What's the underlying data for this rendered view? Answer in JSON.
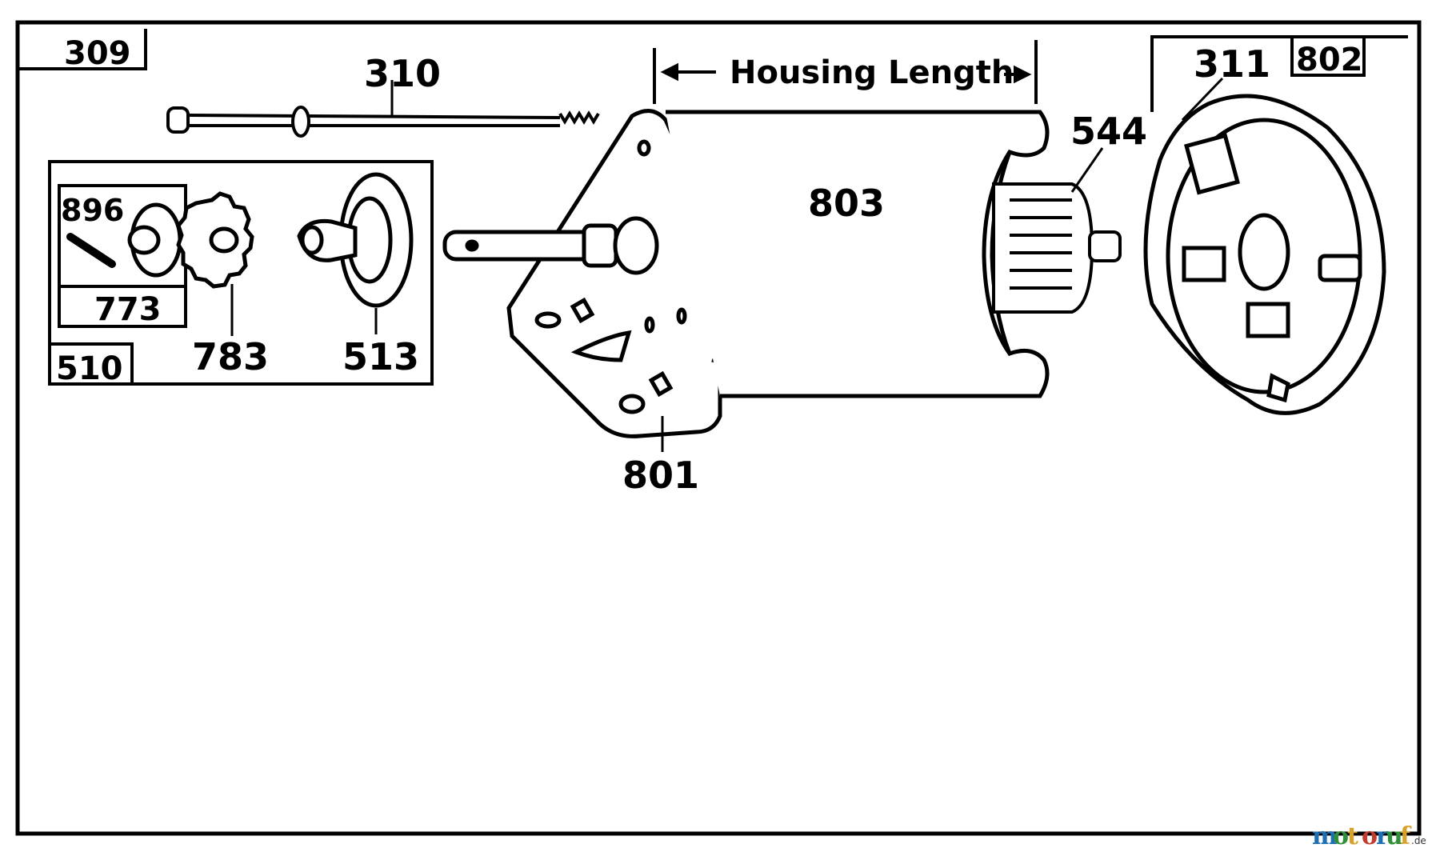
{
  "parts": {
    "p309": "309",
    "p310": "310",
    "p311": "311",
    "p802": "802",
    "p544": "544",
    "p803": "803",
    "p801": "801",
    "p896": "896",
    "p773": "773",
    "p510": "510",
    "p783": "783",
    "p513": "513"
  },
  "dimension": {
    "label": "Housing Length"
  },
  "watermark": {
    "letters": [
      "m",
      "o",
      "t",
      "o",
      "r",
      "u",
      "f"
    ],
    "colors": [
      "#1f6fb5",
      "#2f8f3a",
      "#d8a12a",
      "#c33b2e",
      "#1f6fb5",
      "#2f8f3a",
      "#d8a12a"
    ],
    "suffix": ".de"
  }
}
